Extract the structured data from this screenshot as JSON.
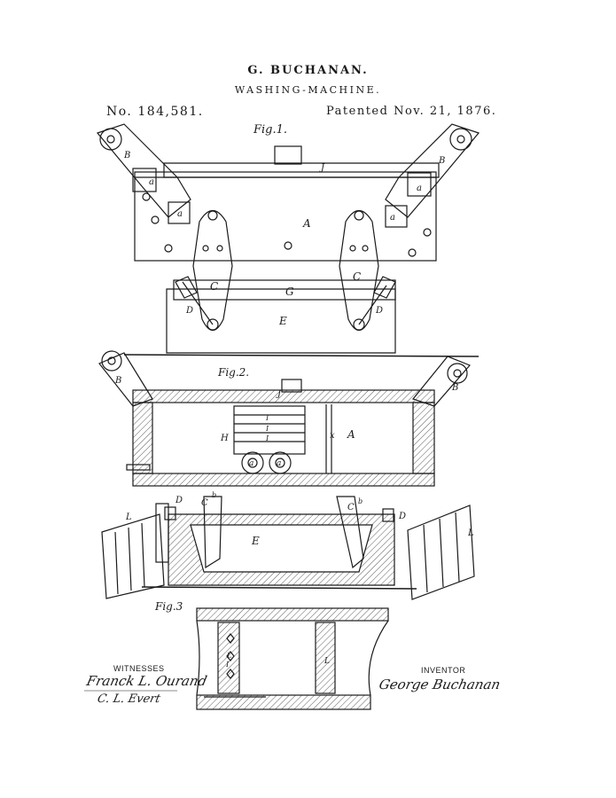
{
  "header": {
    "inventor": "G. BUCHANAN.",
    "title": "WASHING-MACHINE.",
    "patent_number": "No. 184,581.",
    "patent_date": "Patented Nov. 21, 1876."
  },
  "figures": {
    "fig1_label": "Fig.1.",
    "fig2_label": "Fig.2.",
    "fig3_label": "Fig.3"
  },
  "part_labels": {
    "A": "A",
    "B": "B",
    "C": "C",
    "D": "D",
    "E": "E",
    "G": "G",
    "H": "H",
    "I": "I",
    "J": "J",
    "L": "L",
    "a": "a",
    "b": "b",
    "x": "x"
  },
  "signatures": {
    "witnesses_label": "WITNESSES",
    "witness_1": "Franck L. Ourand",
    "witness_2": "C. L. Evert",
    "inventor_label": "INVENTOR",
    "inventor_signature": "George Buchanan"
  }
}
